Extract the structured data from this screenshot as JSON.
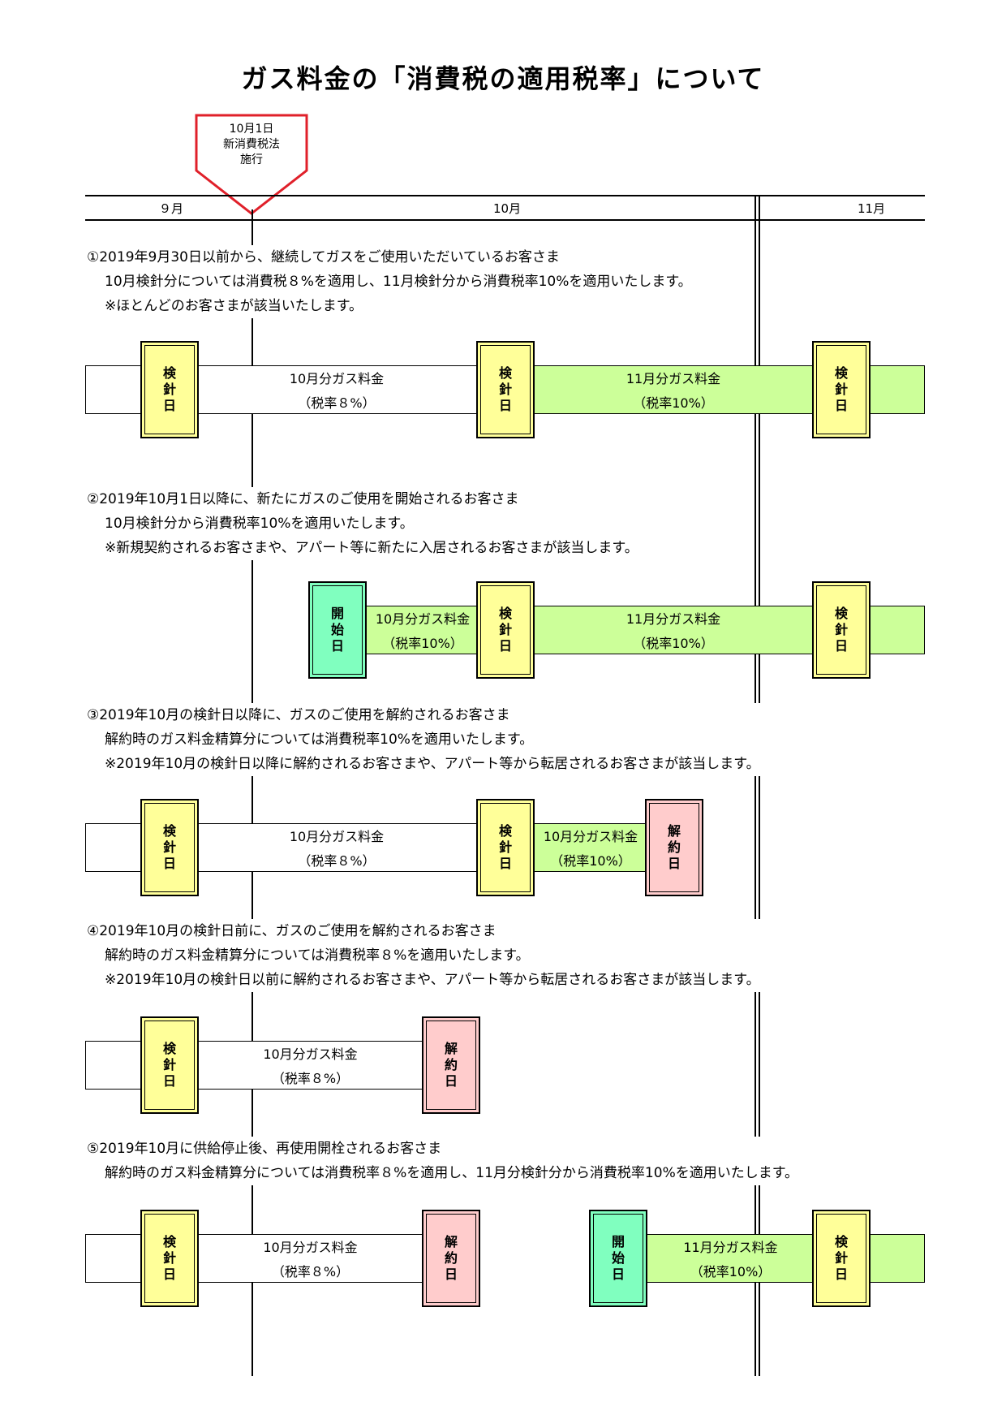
{
  "title": "ガス料金の「消費税の適用税率」について",
  "callout": {
    "line1": "10月1日",
    "line2": "新消費税法",
    "line3": "施行"
  },
  "months": {
    "sep": "９月",
    "oct": "10月",
    "nov": "11月"
  },
  "labels": {
    "kenshin": "検針日",
    "kaishi": "開始日",
    "kaiyaku": "解約日",
    "oct_gas": "10月分ガス料金",
    "nov_gas": "11月分ガス料金",
    "rate8": "（税率８%）",
    "rate10": "（税率10%）"
  },
  "cases": [
    {
      "line1": "①2019年9月30日以前から、継続してガスをご使用いただいているお客さま",
      "line2": "10月検針分については消費税８%を適用し、11月検針分から消費税率10%を適用いたします。",
      "line3": "※ほとんどのお客さまが該当いたします。"
    },
    {
      "line1": "②2019年10月1日以降に、新たにガスのご使用を開始されるお客さま",
      "line2": "10月検針分から消費税率10%を適用いたします。",
      "line3": "※新規契約されるお客さまや、アパート等に新たに入居されるお客さまが該当します。"
    },
    {
      "line1": "③2019年10月の検針日以降に、ガスのご使用を解約されるお客さま",
      "line2": "解約時のガス料金精算分については消費税率10%を適用いたします。",
      "line3": "※2019年10月の検針日以降に解約されるお客さまや、アパート等から転居されるお客さまが該当します。"
    },
    {
      "line1": "④2019年10月の検針日前に、ガスのご使用を解約されるお客さま",
      "line2": "解約時のガス料金精算分については消費税率８%を適用いたします。",
      "line3": "※2019年10月の検針日以前に解約されるお客さまや、アパート等から転居されるお客さまが該当します。"
    },
    {
      "line1": "⑤2019年10月に供給停止後、再使用開栓されるお客さま",
      "line2": "解約時のガス料金精算分については消費税率８%を適用し、11月分検針分から消費税率10%を適用いたします。"
    }
  ]
}
